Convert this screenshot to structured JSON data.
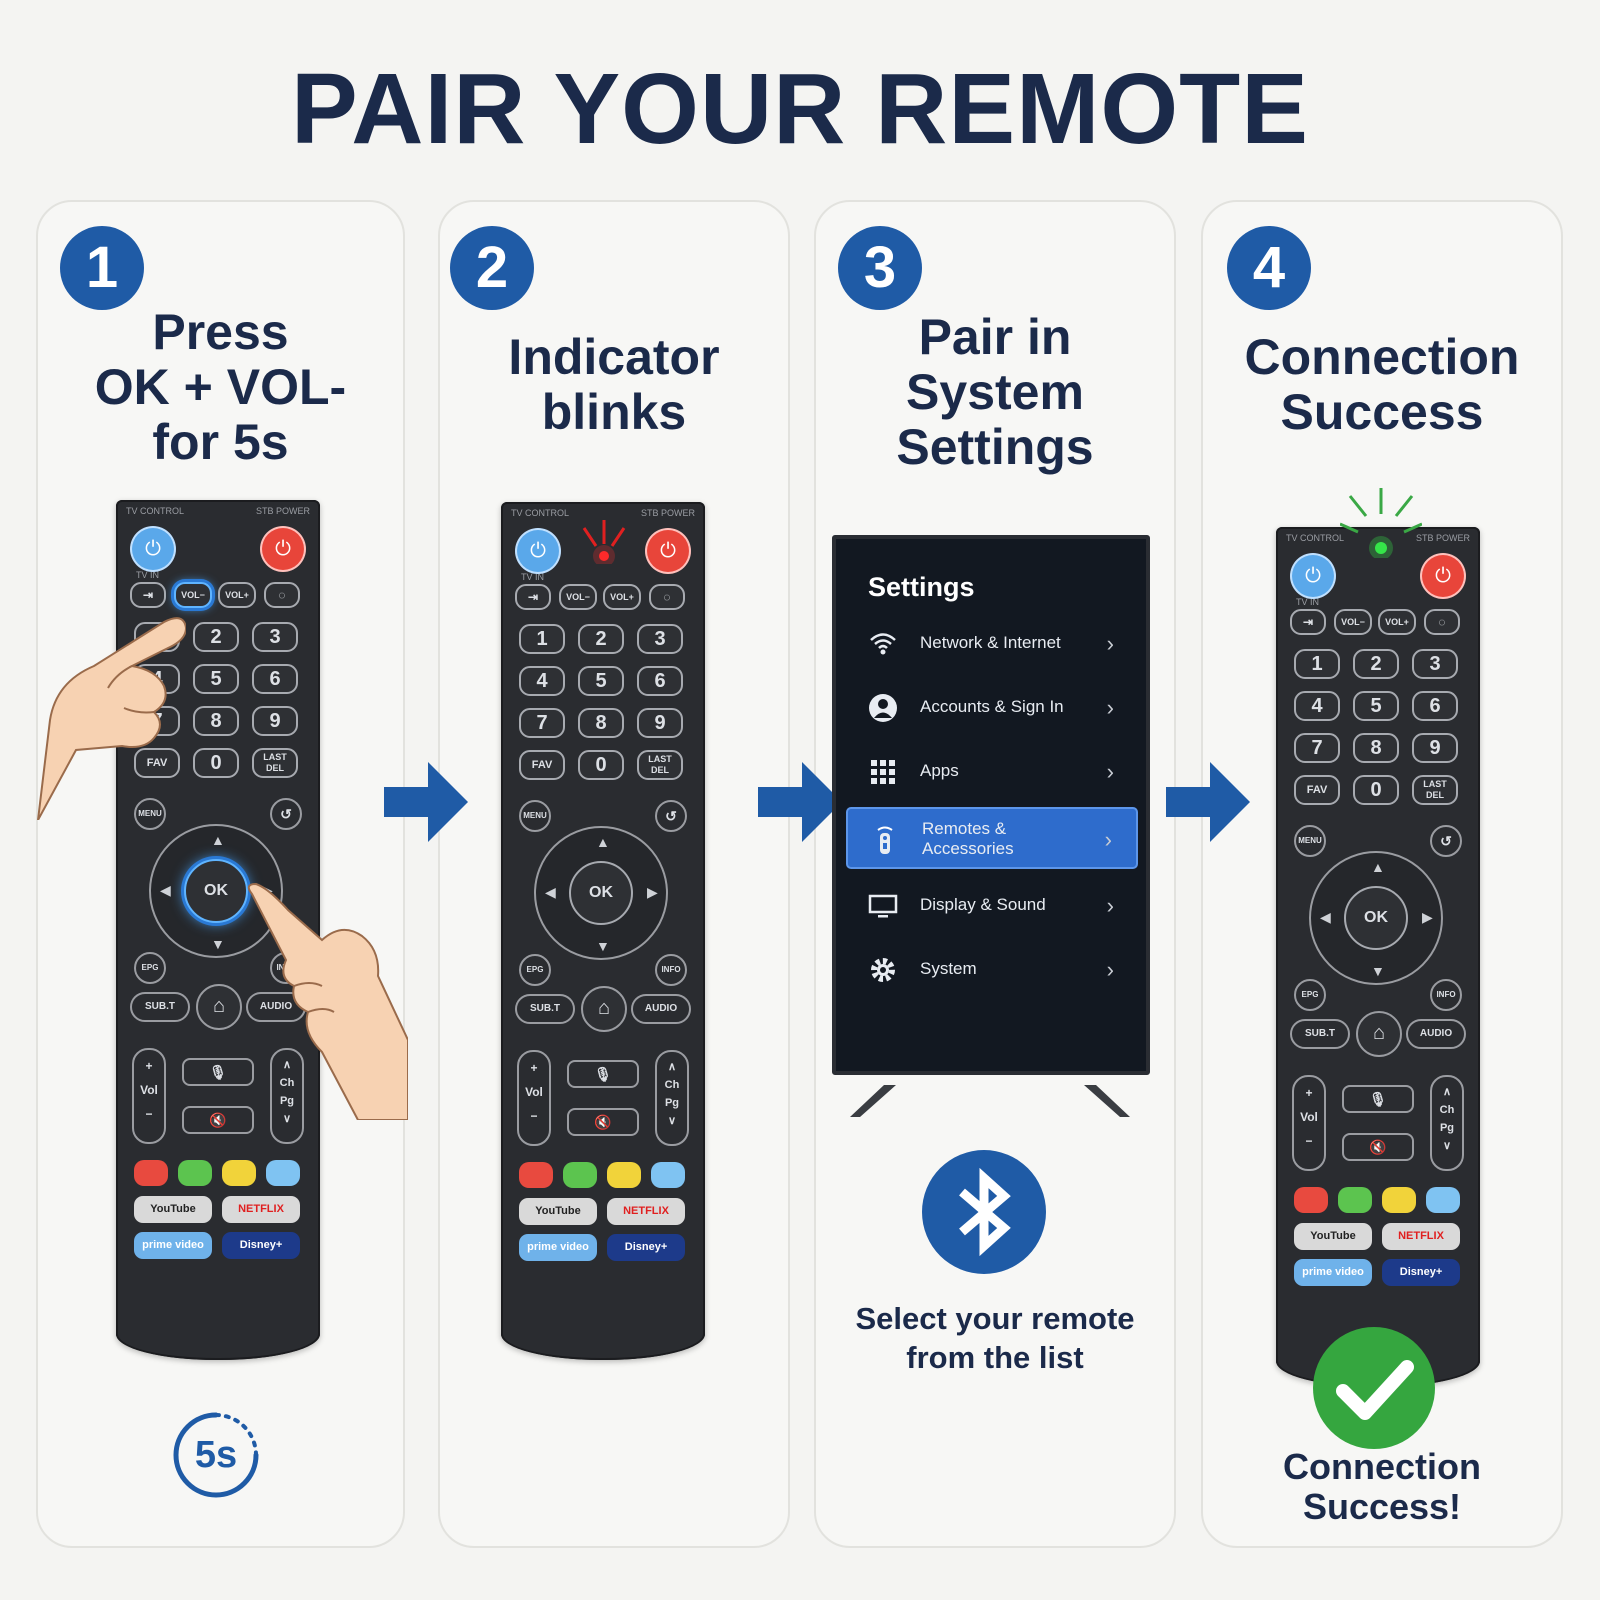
{
  "title": "PAIR YOUR REMOTE",
  "colors": {
    "brand_blue": "#1f5ba6",
    "success_green": "#35a63f",
    "indicator_red": "#ff2a2a",
    "indicator_green": "#36e64a"
  },
  "steps": [
    {
      "number": "1",
      "title": "Press\nOK + VOL-\nfor 5s",
      "timer": "5s"
    },
    {
      "number": "2",
      "title": "Indicator\nblinks"
    },
    {
      "number": "3",
      "title": "Pair in\nSystem\nSettings",
      "bluetooth_icon": "bluetooth-icon",
      "caption": "Select your remote\nfrom the list"
    },
    {
      "number": "4",
      "title": "Connection\nSuccess",
      "caption": "Connection\nSuccess!",
      "check_icon": "checkmark-icon"
    }
  ],
  "remote": {
    "tv_control": "TV CONTROL",
    "stb_power": "STB POWER",
    "tv_in": "TV IN",
    "vol_minus": "VOL−",
    "vol_plus": "VOL+",
    "digits": [
      "1",
      "2",
      "3",
      "4",
      "5",
      "6",
      "7",
      "8",
      "9"
    ],
    "fav": "FAV",
    "zero": "0",
    "last": "LAST",
    "del": "DEL",
    "menu": "MENU",
    "ok": "OK",
    "epg": "EPG",
    "info": "INFO",
    "subt": "SUB.T",
    "audio": "AUDIO",
    "vol": "Vol",
    "ch": "Ch",
    "pg": "Pg",
    "apps": [
      "YouTube",
      "NETFLIX",
      "prime video",
      "Disney+"
    ],
    "color_keys": [
      "#e84a3f",
      "#5cc44f",
      "#f1d33a",
      "#7fc3f2"
    ]
  },
  "settings": {
    "title": "Settings",
    "items": [
      {
        "label": "Network & Internet",
        "icon": "wifi-icon"
      },
      {
        "label": "Accounts & Sign In",
        "icon": "account-icon"
      },
      {
        "label": "Apps",
        "icon": "apps-grid-icon"
      },
      {
        "label": "Remotes &\nAccessories",
        "icon": "remote-icon",
        "selected": true
      },
      {
        "label": "Display & Sound",
        "icon": "display-icon"
      },
      {
        "label": "System",
        "icon": "gear-icon"
      }
    ]
  }
}
